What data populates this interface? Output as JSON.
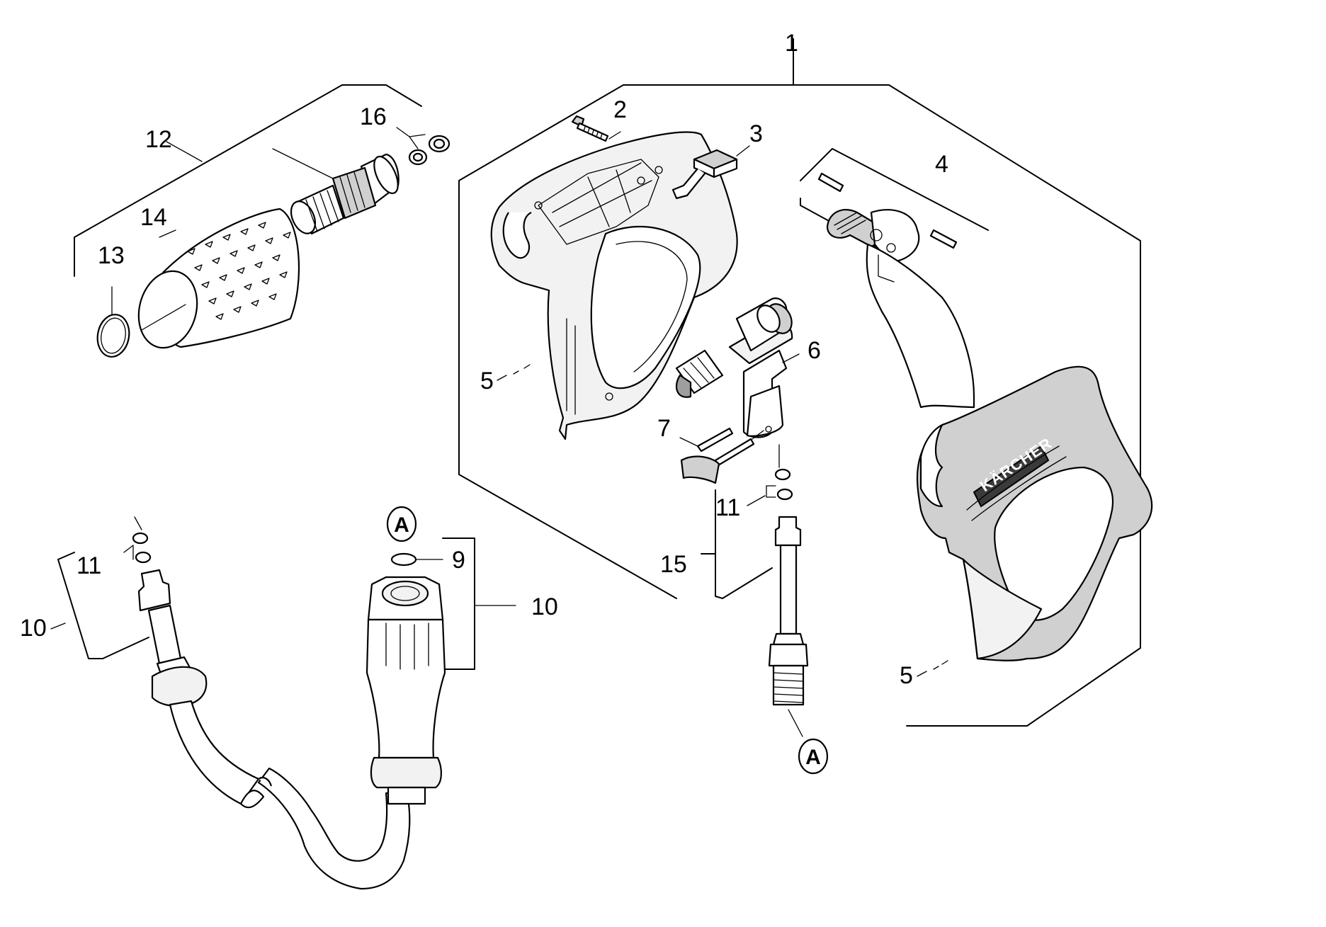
{
  "callouts": {
    "c1": "1",
    "c2": "2",
    "c3": "3",
    "c4": "4",
    "c5a": "5",
    "c5b": "5",
    "c6": "6",
    "c7": "7",
    "c9": "9",
    "c10a": "10",
    "c10b": "10",
    "c11a": "11",
    "c11b": "11",
    "c12": "12",
    "c13": "13",
    "c14": "14",
    "c15": "15",
    "c16": "16"
  },
  "refs": {
    "a1": "A",
    "a2": "A"
  },
  "brand": "KÄRCHER"
}
